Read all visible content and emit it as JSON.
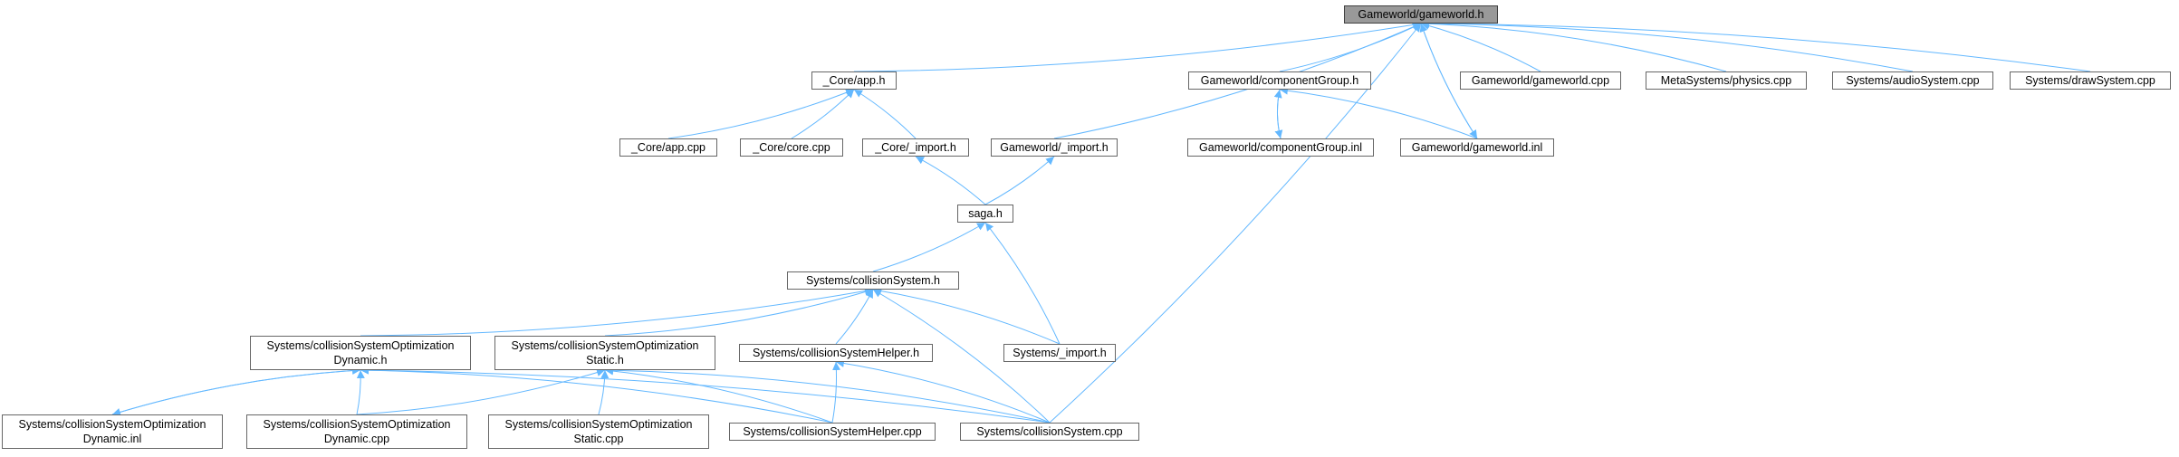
{
  "colors": {
    "edge": "#63b8ff",
    "node_border": "#666666",
    "root_fill": "#999999",
    "root_border": "#404040"
  },
  "nodes": {
    "gameworld_h": {
      "line1": "Gameworld/gameworld.h",
      "line2": ""
    },
    "core_app_h": {
      "line1": "_Core/app.h",
      "line2": ""
    },
    "componentgroup_h": {
      "line1": "Gameworld/componentGroup.h",
      "line2": ""
    },
    "gameworld_cpp": {
      "line1": "Gameworld/gameworld.cpp",
      "line2": ""
    },
    "physics_cpp": {
      "line1": "MetaSystems/physics.cpp",
      "line2": ""
    },
    "audiosystem_cpp": {
      "line1": "Systems/audioSystem.cpp",
      "line2": ""
    },
    "drawsystem_cpp": {
      "line1": "Systems/drawSystem.cpp",
      "line2": ""
    },
    "core_app_cpp": {
      "line1": "_Core/app.cpp",
      "line2": ""
    },
    "core_core_cpp": {
      "line1": "_Core/core.cpp",
      "line2": ""
    },
    "core_import_h": {
      "line1": "_Core/_import.h",
      "line2": ""
    },
    "gameworld_import_h": {
      "line1": "Gameworld/_import.h",
      "line2": ""
    },
    "componentgroup_inl": {
      "line1": "Gameworld/componentGroup.inl",
      "line2": ""
    },
    "gameworld_inl": {
      "line1": "Gameworld/gameworld.inl",
      "line2": ""
    },
    "saga_h": {
      "line1": "saga.h",
      "line2": ""
    },
    "collisionsystem_h": {
      "line1": "Systems/collisionSystem.h",
      "line2": ""
    },
    "opt_dynamic_h": {
      "line1": "Systems/collisionSystemOptimization",
      "line2": "Dynamic.h"
    },
    "opt_static_h": {
      "line1": "Systems/collisionSystemOptimization",
      "line2": "Static.h"
    },
    "helper_h": {
      "line1": "Systems/collisionSystemHelper.h",
      "line2": ""
    },
    "systems_import_h": {
      "line1": "Systems/_import.h",
      "line2": ""
    },
    "opt_dynamic_inl": {
      "line1": "Systems/collisionSystemOptimization",
      "line2": "Dynamic.inl"
    },
    "opt_dynamic_cpp": {
      "line1": "Systems/collisionSystemOptimization",
      "line2": "Dynamic.cpp"
    },
    "opt_static_cpp": {
      "line1": "Systems/collisionSystemOptimization",
      "line2": "Static.cpp"
    },
    "helper_cpp": {
      "line1": "Systems/collisionSystemHelper.cpp",
      "line2": ""
    },
    "collisionsystem_cpp": {
      "line1": "Systems/collisionSystem.cpp",
      "line2": ""
    }
  },
  "edges": [
    [
      "core_app_h",
      "gameworld_h"
    ],
    [
      "gameworld_import_h",
      "gameworld_h"
    ],
    [
      "collisionsystem_cpp",
      "gameworld_h"
    ],
    [
      "componentgroup_h",
      "gameworld_h"
    ],
    [
      "gameworld_cpp",
      "gameworld_h"
    ],
    [
      "physics_cpp",
      "gameworld_h"
    ],
    [
      "audiosystem_cpp",
      "gameworld_h"
    ],
    [
      "drawsystem_cpp",
      "gameworld_h"
    ],
    [
      "gameworld_inl",
      "gameworld_h"
    ],
    [
      "gameworld_h",
      "gameworld_inl"
    ],
    [
      "core_app_cpp",
      "core_app_h"
    ],
    [
      "core_core_cpp",
      "core_app_h"
    ],
    [
      "core_import_h",
      "core_app_h"
    ],
    [
      "componentgroup_inl",
      "componentgroup_h"
    ],
    [
      "componentgroup_h",
      "componentgroup_inl"
    ],
    [
      "gameworld_inl",
      "componentgroup_h"
    ],
    [
      "saga_h",
      "core_import_h"
    ],
    [
      "saga_h",
      "gameworld_import_h"
    ],
    [
      "collisionsystem_h",
      "saga_h"
    ],
    [
      "systems_import_h",
      "saga_h"
    ],
    [
      "opt_dynamic_h",
      "collisionsystem_h"
    ],
    [
      "opt_static_h",
      "collisionsystem_h"
    ],
    [
      "helper_h",
      "collisionsystem_h"
    ],
    [
      "systems_import_h",
      "collisionsystem_h"
    ],
    [
      "collisionsystem_cpp",
      "collisionsystem_h"
    ],
    [
      "opt_dynamic_inl",
      "opt_dynamic_h"
    ],
    [
      "opt_dynamic_h",
      "opt_dynamic_inl"
    ],
    [
      "opt_dynamic_cpp",
      "opt_dynamic_h"
    ],
    [
      "helper_cpp",
      "opt_dynamic_h"
    ],
    [
      "collisionsystem_cpp",
      "opt_dynamic_h"
    ],
    [
      "opt_dynamic_cpp",
      "opt_static_h"
    ],
    [
      "opt_static_cpp",
      "opt_static_h"
    ],
    [
      "helper_cpp",
      "opt_static_h"
    ],
    [
      "collisionsystem_cpp",
      "opt_static_h"
    ],
    [
      "helper_cpp",
      "helper_h"
    ],
    [
      "collisionsystem_cpp",
      "helper_h"
    ]
  ]
}
